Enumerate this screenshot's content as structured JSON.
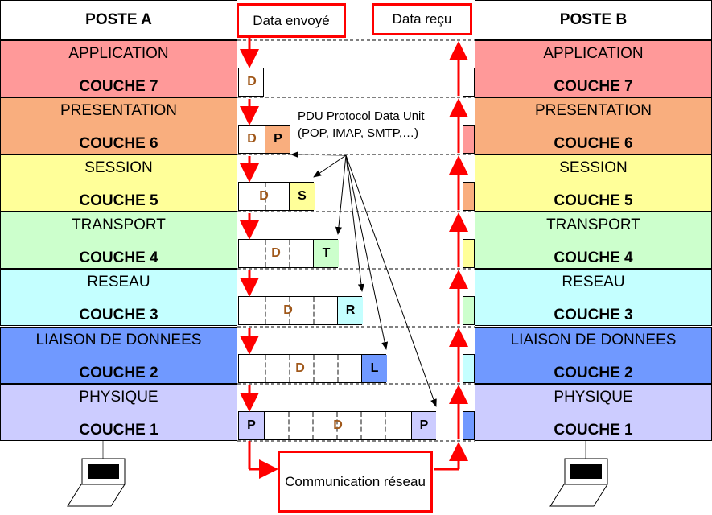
{
  "poste_a": "POSTE A",
  "poste_b": "POSTE B",
  "data_envoye": "Data envoyé",
  "data_recu": "Data reçu",
  "pdu_line1": "PDU Protocol Data Unit",
  "pdu_line2": "(POP, IMAP, SMTP,…)",
  "communication": "Communication réseau",
  "layers": [
    {
      "name": "APPLICATION",
      "num": "COUCHE 7",
      "color": "#FF9999",
      "hdr": ""
    },
    {
      "name": "PRESENTATION",
      "num": "COUCHE 6",
      "color": "#F9AE7E",
      "hdr": "P"
    },
    {
      "name": "SESSION",
      "num": "COUCHE 5",
      "color": "#FFFF99",
      "hdr": "S"
    },
    {
      "name": "TRANSPORT",
      "num": "COUCHE 4",
      "color": "#CCFFCC",
      "hdr": "T"
    },
    {
      "name": "RESEAU",
      "num": "COUCHE 3",
      "color": "#C4FFFF",
      "hdr": "R"
    },
    {
      "name": "LIAISON DE DONNEES",
      "num": "COUCHE 2",
      "color": "#7099FF",
      "hdr": "L"
    },
    {
      "name": "PHYSIQUE",
      "num": "COUCHE 1",
      "color": "#CCCCFF",
      "hdr": "P"
    }
  ],
  "data_label": "D",
  "trailer_label": "P"
}
